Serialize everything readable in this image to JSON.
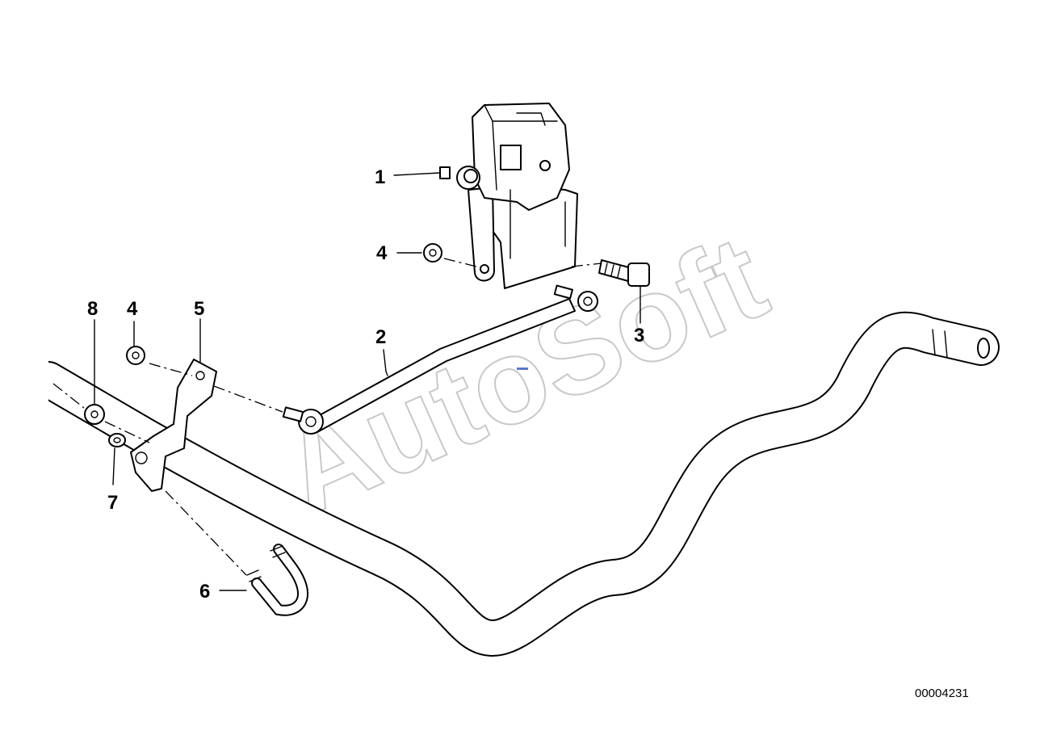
{
  "diagram": {
    "watermark": "AutoSoft",
    "diagram_number": "00004231",
    "callouts": [
      {
        "id": "callout-1",
        "label": "1"
      },
      {
        "id": "callout-2",
        "label": "2"
      },
      {
        "id": "callout-3",
        "label": "3"
      },
      {
        "id": "callout-4-upper",
        "label": "4"
      },
      {
        "id": "callout-4-lower",
        "label": "4"
      },
      {
        "id": "callout-5",
        "label": "5"
      },
      {
        "id": "callout-6",
        "label": "6"
      },
      {
        "id": "callout-7",
        "label": "7"
      },
      {
        "id": "callout-8",
        "label": "8"
      }
    ]
  }
}
